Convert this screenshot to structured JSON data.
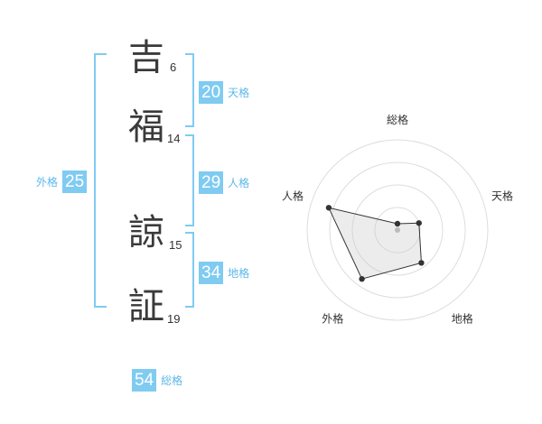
{
  "name_chars": [
    {
      "char": "吉",
      "strokes": "6"
    },
    {
      "char": "福",
      "strokes": "14"
    },
    {
      "char": "諒",
      "strokes": "15"
    },
    {
      "char": "証",
      "strokes": "19"
    }
  ],
  "fortunes": {
    "tenkaku": {
      "value": "20",
      "label": "天格"
    },
    "jinkaku": {
      "value": "29",
      "label": "人格"
    },
    "chikaku": {
      "value": "34",
      "label": "地格"
    },
    "gaikaku": {
      "value": "25",
      "label": "外格"
    },
    "soukaku": {
      "value": "54",
      "label": "総格"
    }
  },
  "colors": {
    "accent": "#7fcbf2",
    "accent_text": "#5db8e8",
    "text": "#333333"
  },
  "chart_data": {
    "type": "radar",
    "axes": [
      "総格",
      "天格",
      "地格",
      "外格",
      "人格"
    ],
    "values": [
      0.07,
      0.25,
      0.45,
      0.67,
      0.8
    ],
    "range": [
      0,
      1
    ],
    "rings": 4
  }
}
